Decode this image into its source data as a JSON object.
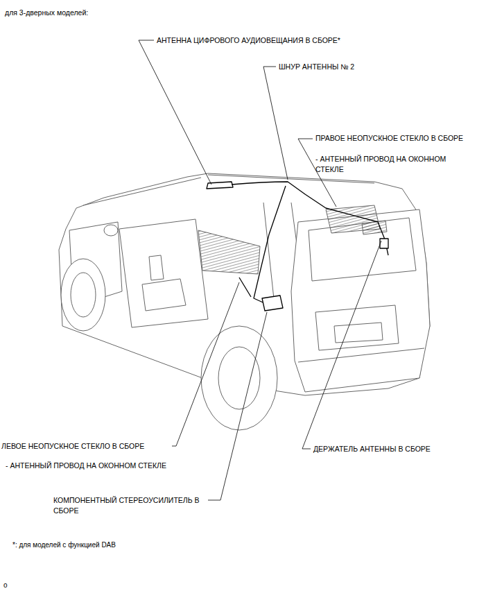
{
  "diagram": {
    "title": "для 3-дверных моделей:",
    "labels": [
      "АНТЕННА ЦИФРОВОГО АУДИОВЕЩАНИЯ В СБОРЕ*",
      "ШНУР АНТЕННЫ № 2",
      "ПРАВОЕ НЕОПУСКНОЕ СТЕКЛО В СБОРЕ",
      "- АНТЕННЫЙ ПРОВОД НА ОКОННОМ СТЕКЛЕ",
      "ЛЕВОЕ НЕОПУСКНОЕ СТЕКЛО В СБОРЕ",
      "- АНТЕННЫЙ ПРОВОД НА ОКОННОМ СТЕКЛЕ",
      "ДЕРЖАТЕЛЬ АНТЕННЫ В СБОРЕ",
      "КОМПОНЕНТНЫЙ СТЕРЕОУСИЛИТЕЛЬ В СБОРЕ",
      "*: для моделей с функцией DAB",
      "o"
    ]
  }
}
